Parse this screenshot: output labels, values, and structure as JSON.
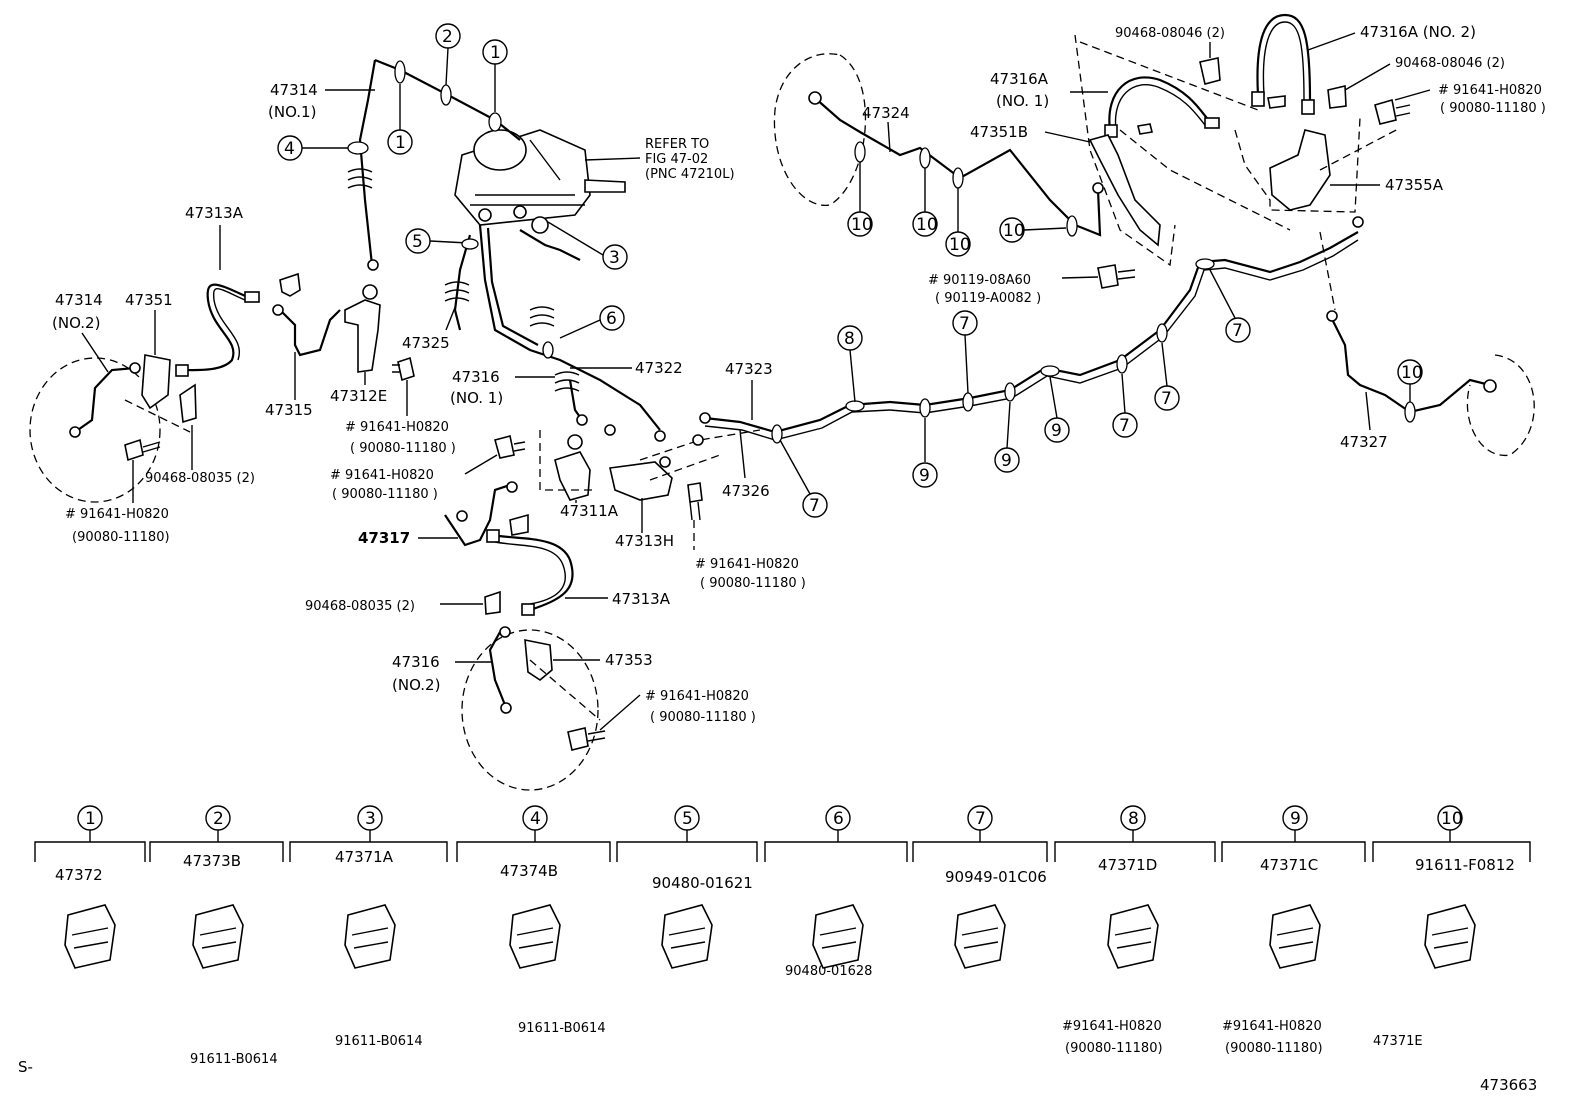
{
  "labels": {
    "l47314_no1": "47314",
    "l47314_no1_sub": "(NO.1)",
    "l47313A_left": "47313A",
    "l47314_no2": "47314",
    "l47314_no2_sub": "(NO.2)",
    "l47351": "47351",
    "l47315": "47315",
    "l47312E": "47312E",
    "l90468_08035_left": "90468-08035 (2)",
    "l91641_left": "# 91641-H0820",
    "l90080_left": "(90080-11180)",
    "refer_to_1": "REFER TO",
    "refer_to_2": "FIG 47-02",
    "refer_to_3": "(PNC 47210L)",
    "l47325": "47325",
    "l47322": "47322",
    "l47316_no1": "47316",
    "l47316_no1_sub": "(NO. 1)",
    "l91641_mid1": "# 91641-H0820",
    "l90080_mid1": "( 90080-11180 )",
    "l91641_mid2": "# 91641-H0820",
    "l90080_mid2": "( 90080-11180 )",
    "l47317": "47317",
    "l47311A": "47311A",
    "l47313H": "47313H",
    "l47326": "47326",
    "l47323": "47323",
    "l91641_mid3": "# 91641-H0820",
    "l90080_mid3": "( 90080-11180 )",
    "l90468_08035_mid": "90468-08035 (2)",
    "l47313A_mid": "47313A",
    "l47316_no2": "47316",
    "l47316_no2_sub": "(NO.2)",
    "l47353": "47353",
    "l91641_bot": "# 91641-H0820",
    "l90080_bot": "( 90080-11180 )",
    "l47324": "47324",
    "l47316A_no1": "47316A",
    "l47316A_no1_sub": "(NO. 1)",
    "l47351B": "47351B",
    "l90119_a": "# 90119-08A60",
    "l90119_b": "( 90119-A0082 )",
    "l90468_08046_top": "90468-08046 (2)",
    "l47316A_no2": "47316A (NO. 2)",
    "l90468_08046_right": "90468-08046 (2)",
    "l91641_right": "# 91641-H0820",
    "l90080_right": "( 90080-11180 )",
    "l47355A": "47355A",
    "l47327": "47327"
  },
  "legend": [
    {
      "key": "1",
      "part": "47372",
      "sub": []
    },
    {
      "key": "2",
      "part": "47373B",
      "sub": [
        "91611-B0614"
      ]
    },
    {
      "key": "3",
      "part": "47371A",
      "sub": [
        "91611-B0614"
      ]
    },
    {
      "key": "4",
      "part": "47374B",
      "sub": [
        "91611-B0614"
      ]
    },
    {
      "key": "5",
      "part": "90480-01621",
      "sub": []
    },
    {
      "key": "6",
      "part": "90480-01628",
      "sub": []
    },
    {
      "key": "7",
      "part": "90949-01C06",
      "sub": []
    },
    {
      "key": "8",
      "part": "47371D",
      "sub": [
        "#91641-H0820",
        "(90080-11180)"
      ]
    },
    {
      "key": "9",
      "part": "47371C",
      "sub": [
        "#91641-H0820",
        "(90080-11180)"
      ]
    },
    {
      "key": "10",
      "part": "91611-F0812",
      "sub": [
        "47371E"
      ]
    }
  ],
  "callouts": [
    "1",
    "2",
    "3",
    "4",
    "5",
    "6",
    "7",
    "8",
    "9",
    "10"
  ],
  "footer": {
    "left_mark": "S-",
    "figure_number": "473663"
  }
}
